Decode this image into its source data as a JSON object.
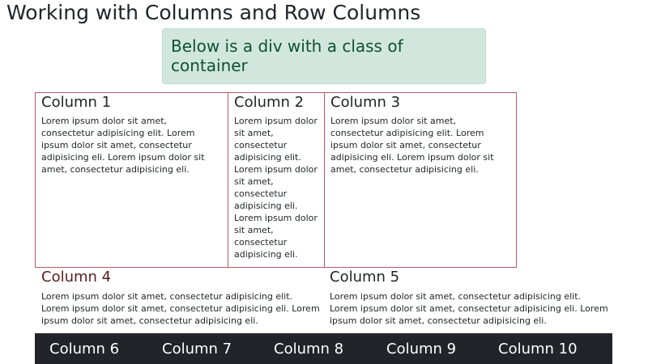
{
  "page": {
    "title": "Working with Columns and Row Columns"
  },
  "container_note": {
    "text": "Below is a div with a class of container"
  },
  "lorem": "Lorem ipsum dolor sit amet, consectetur adipisicing elit. Lorem ipsum dolor sit amet, consectetur adipisicing eli. Lorem ipsum dolor sit amet, consectetur adipisicing eli.",
  "columns": [
    {
      "title": "Column 1",
      "text": "Lorem ipsum dolor sit amet, consectetur adipisicing elit. Lorem ipsum dolor sit amet, consectetur adipisicing eli. Lorem ipsum dolor sit amet, consectetur adipisicing eli."
    },
    {
      "title": "Column 2",
      "text": "Lorem ipsum dolor sit amet, consectetur adipisicing elit. Lorem ipsum dolor sit amet, consectetur adipisicing eli. Lorem ipsum dolor sit amet, consectetur adipisicing eli."
    },
    {
      "title": "Column 3",
      "text": "Lorem ipsum dolor sit amet, consectetur adipisicing elit. Lorem ipsum dolor sit amet, consectetur adipisicing eli. Lorem ipsum dolor sit amet, consectetur adipisicing eli."
    },
    {
      "title": "Column 4",
      "text": "Lorem ipsum dolor sit amet, consectetur adipisicing elit. Lorem ipsum dolor sit amet, consectetur adipisicing eli. Lorem ipsum dolor sit amet, consectetur adipisicing eli."
    },
    {
      "title": "Column 5",
      "text": "Lorem ipsum dolor sit amet, consectetur adipisicing elit. Lorem ipsum dolor sit amet, consectetur adipisicing eli. Lorem ipsum dolor sit amet, consectetur adipisicing eli."
    }
  ],
  "dark_row": {
    "items": [
      "Column 6",
      "Column 7",
      "Column 8",
      "Column 9",
      "Column 10"
    ]
  },
  "colors": {
    "alert_bg": "#d1e7dd",
    "alert_text": "#0f5132",
    "column_border": "#b35a66",
    "dark_bar": "#212529"
  }
}
